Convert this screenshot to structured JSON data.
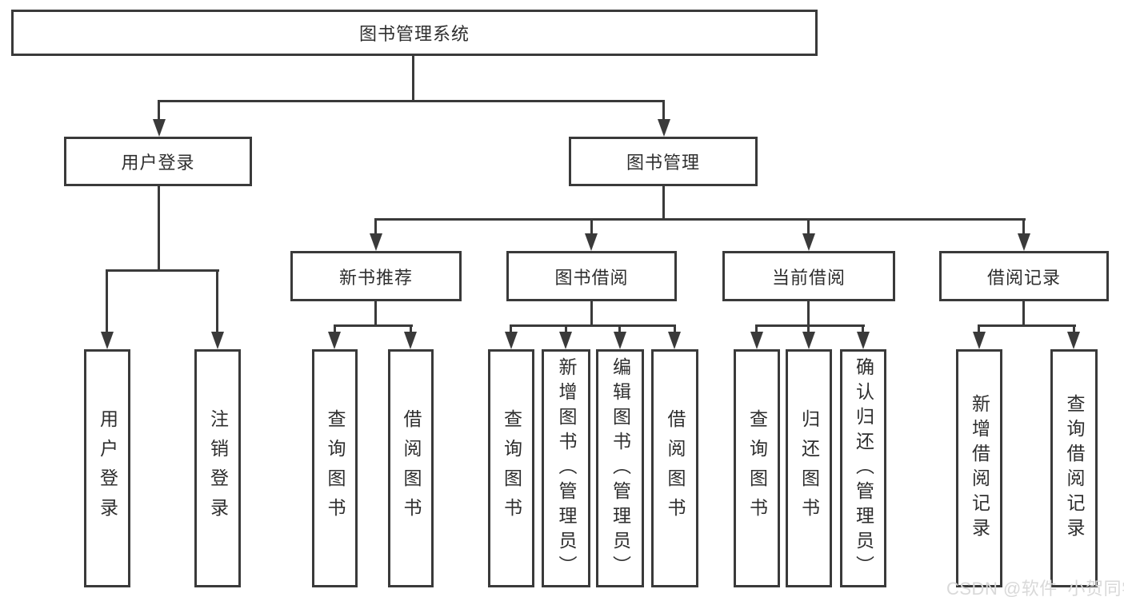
{
  "tree": {
    "root": {
      "label": "图书管理系统"
    },
    "branches": [
      {
        "label": "用户登录",
        "children": [
          {
            "label": "用户登录"
          },
          {
            "label": "注销登录"
          }
        ]
      },
      {
        "label": "图书管理",
        "children": [
          {
            "label": "新书推荐",
            "children": [
              {
                "label": "查询图书"
              },
              {
                "label": "借阅图书"
              }
            ]
          },
          {
            "label": "图书借阅",
            "children": [
              {
                "label": "查询图书"
              },
              {
                "label": "新增图书（管理员）"
              },
              {
                "label": "编辑图书（管理员）"
              },
              {
                "label": "借阅图书"
              }
            ]
          },
          {
            "label": "当前借阅",
            "children": [
              {
                "label": "查询图书"
              },
              {
                "label": "归还图书"
              },
              {
                "label": "确认归还（管理员）"
              }
            ]
          },
          {
            "label": "借阅记录",
            "children": [
              {
                "label": "新增借阅记录"
              },
              {
                "label": "查询借阅记录"
              }
            ]
          }
        ]
      }
    ]
  },
  "watermark": {
    "text": "CSDN @软件_小贺同学"
  },
  "colors": {
    "line": "#3a3a3a",
    "text": "#2e2e2e",
    "watermark": "#d9d9d9",
    "background": "#ffffff"
  }
}
